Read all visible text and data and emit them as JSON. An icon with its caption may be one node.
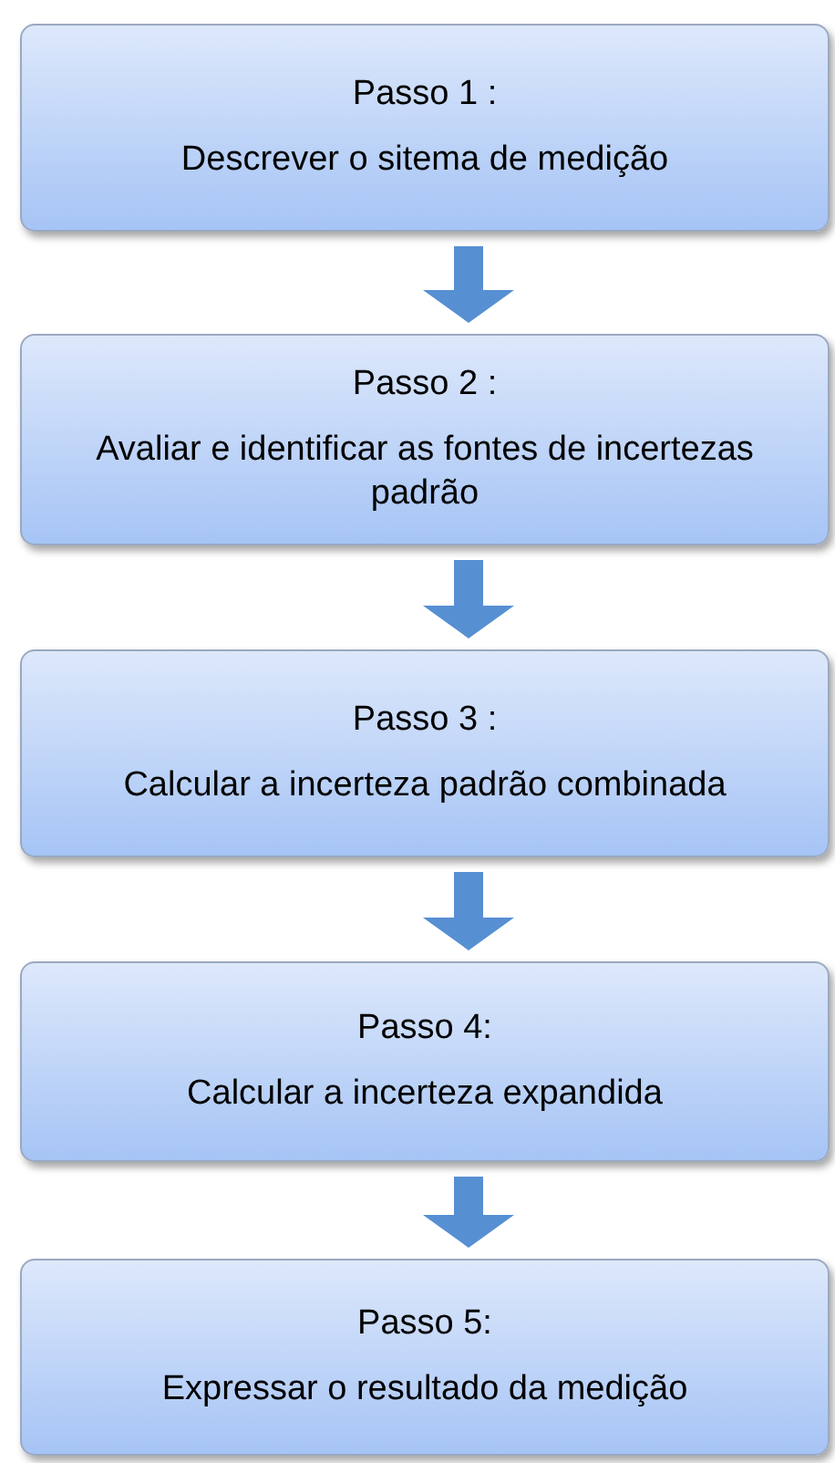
{
  "diagram": {
    "nodes": [
      {
        "text": [
          "Passo 1 :",
          "Descrever o sitema de medição"
        ]
      },
      {
        "text": [
          "Passo 2 :",
          "Avaliar e identificar as fontes de incertezas padrão"
        ]
      },
      {
        "text": [
          "Passo 3 :",
          "Calcular a incerteza padrão combinada"
        ]
      },
      {
        "text": [
          "Passo 4:",
          "Calcular a incerteza expandida"
        ]
      },
      {
        "text": [
          "Passo 5:",
          "Expressar o resultado da medição"
        ]
      }
    ],
    "edges": [
      {
        "from": 0,
        "to": 1,
        "arrow": "to"
      },
      {
        "from": 1,
        "to": 2,
        "arrow": "to"
      },
      {
        "from": 2,
        "to": 3,
        "arrow": "to"
      },
      {
        "from": 3,
        "to": 4,
        "arrow": "to"
      }
    ]
  }
}
